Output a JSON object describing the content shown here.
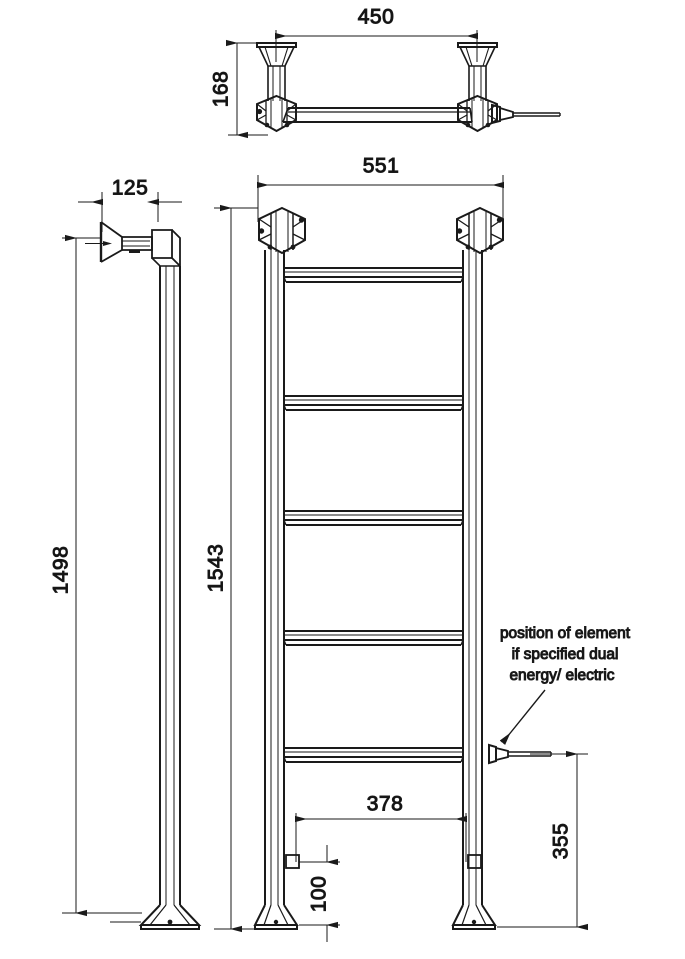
{
  "drawing": {
    "title": "Heated Towel Rail Technical Drawing",
    "units": "mm",
    "line_color": "#1a1a1a",
    "background": "#ffffff"
  },
  "views": {
    "plan": {
      "name": "plan-view",
      "label": ""
    },
    "side": {
      "name": "side-elevation-view",
      "label": ""
    },
    "front": {
      "name": "front-elevation-view",
      "label": ""
    }
  },
  "dimensions": {
    "plan_width": "450",
    "plan_depth": "168",
    "side_projection": "125",
    "side_height": "1498",
    "front_width": "551",
    "front_height": "1543",
    "foot_spacing": "378",
    "foot_block_height": "100",
    "element_height": "355"
  },
  "annotations": {
    "element_note_line1": "position of element",
    "element_note_line2": "if specified dual",
    "element_note_line3": "energy/ electric"
  }
}
